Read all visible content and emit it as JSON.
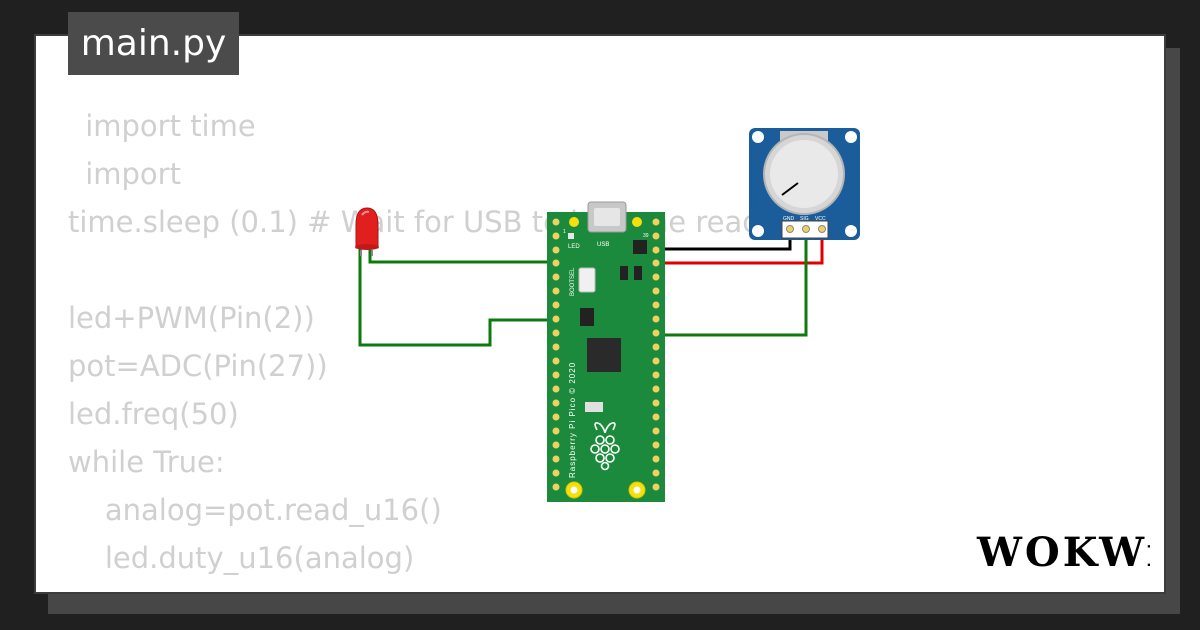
{
  "editor": {
    "file_tab": "main.py",
    "code_lines": [
      " import time",
      " import",
      "time.sleep (0.1) # Wait for USB to become ready",
      "",
      "led+PWM(Pin(2))",
      "pot=ADC(Pin(27))",
      "led.freq(50)",
      "while True:",
      "    analog=pot.read_u16()",
      "    led.duty_u16(analog)"
    ]
  },
  "circuit": {
    "pico": {
      "board_label": "Raspberry Pi Pico © 2020",
      "led_label": "LED",
      "usb_label": "USB",
      "bootsel_label": "BOOTSEL",
      "pin_1_label": "1",
      "pin_39_label": "39"
    },
    "potentiometer": {
      "pin_gnd_label": "GND",
      "pin_sig_label": "SIG",
      "pin_vcc_label": "VCC"
    },
    "colors": {
      "board_green": "#1c8a3c",
      "pot_blue": "#1b5d9a",
      "wire_green": "#0d7a0d",
      "wire_red": "#e00000",
      "wire_black": "#000000",
      "led_red": "#e21f1f",
      "pad_yellow": "#f4e00c"
    }
  },
  "branding": {
    "logo_text": "WOKWi"
  }
}
